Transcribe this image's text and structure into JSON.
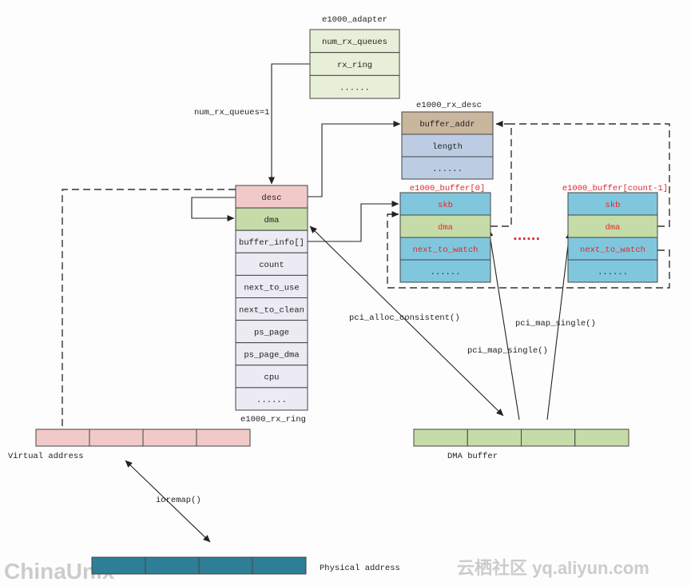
{
  "adapter": {
    "title": "e1000_adapter",
    "fields": [
      "num_rx_queues",
      "rx_ring",
      "......"
    ],
    "fills": [
      "#e7efd8",
      "#e7efd8",
      "#e7efd8"
    ]
  },
  "rx_desc": {
    "title": "e1000_rx_desc",
    "fields": [
      "buffer_addr",
      "length",
      "......"
    ],
    "fills": [
      "#c9b69c",
      "#bccde3",
      "#bccde3"
    ]
  },
  "rx_ring": {
    "title": "e1000_rx_ring",
    "fields": [
      "desc",
      "dma",
      "buffer_info[]",
      "count",
      "next_to_use",
      "next_to_clean",
      "ps_page",
      "ps_page_dma",
      "cpu",
      "......"
    ],
    "fills": [
      "#f2c9c9",
      "#c6dca8",
      "#eceaf3",
      "#eceaf3",
      "#eceaf3",
      "#eceaf3",
      "#eceaf3",
      "#eceaf3",
      "#eceaf3",
      "#eceaf3"
    ]
  },
  "buffers": [
    {
      "title": "e1000_buffer[0]",
      "fields": [
        "skb",
        "dma",
        "next_to_watch",
        "......"
      ]
    },
    {
      "title": "e1000_buffer[count-1]",
      "fields": [
        "skb",
        "dma",
        "next_to_watch",
        "......"
      ]
    }
  ],
  "buffer_style": {
    "fills": [
      "#80c7dd",
      "#c6dca8",
      "#80c7dd",
      "#80c7dd"
    ],
    "text_colors": [
      "#e3262b",
      "#e3262b",
      "#e3262b",
      "#222222"
    ],
    "title_color": "#e3262b"
  },
  "between_buffers": "......",
  "edge_labels": {
    "num_rx_queues": "num_rx_queues=1",
    "alloc": "pci_alloc_consistent()",
    "map_single_1": "pci_map_single()",
    "map_single_2": "pci_map_single()",
    "ioremap": "ioremap()"
  },
  "bars": {
    "virtual": {
      "label": "Virtual address",
      "fill": "#f2c9c9"
    },
    "dma": {
      "label": "DMA buffer",
      "fill": "#c6dca8"
    },
    "physical": {
      "label": "Physical address",
      "fill": "#2e7e97"
    }
  },
  "watermarks": {
    "left": "ChinaUnix",
    "right": "云栖社区 yq.aliyun.com"
  }
}
